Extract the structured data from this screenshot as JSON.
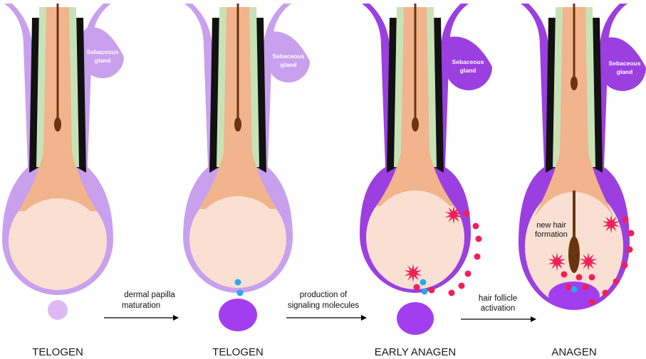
{
  "gland_label_line1": "Sebaceous",
  "gland_label_line2": "gland",
  "stages": [
    {
      "label": "TELOGEN"
    },
    {
      "label": "TELOGEN"
    },
    {
      "label": "EARLY ANAGEN"
    },
    {
      "label": "ANAGEN"
    }
  ],
  "arrows": [
    {
      "line1": "dermal papilla",
      "line2": "maturation"
    },
    {
      "line1": "production of",
      "line2": "signaling molecules"
    },
    {
      "line1": "hair follicle",
      "line2": "activation"
    }
  ],
  "new_hair": {
    "line1": "new hair",
    "line2": "formation"
  },
  "colors": {
    "outer_sheath": "#c9a0ee",
    "outer_sheath_active": "#9b3fe0",
    "outline": "#8a2be2",
    "bulb": "#f9e0d2",
    "inner_root_sheath": "#f2b48c",
    "companion_layer": "#c8e2b8",
    "dark_layer": "#111111",
    "hair_shaft": "#6b3410",
    "papilla_small": "#ddb8f5",
    "papilla_mature": "#a23ef0",
    "signal_blue": "#2ba7f0",
    "signal_pink": "#f0205a",
    "background": "#ffffff"
  }
}
